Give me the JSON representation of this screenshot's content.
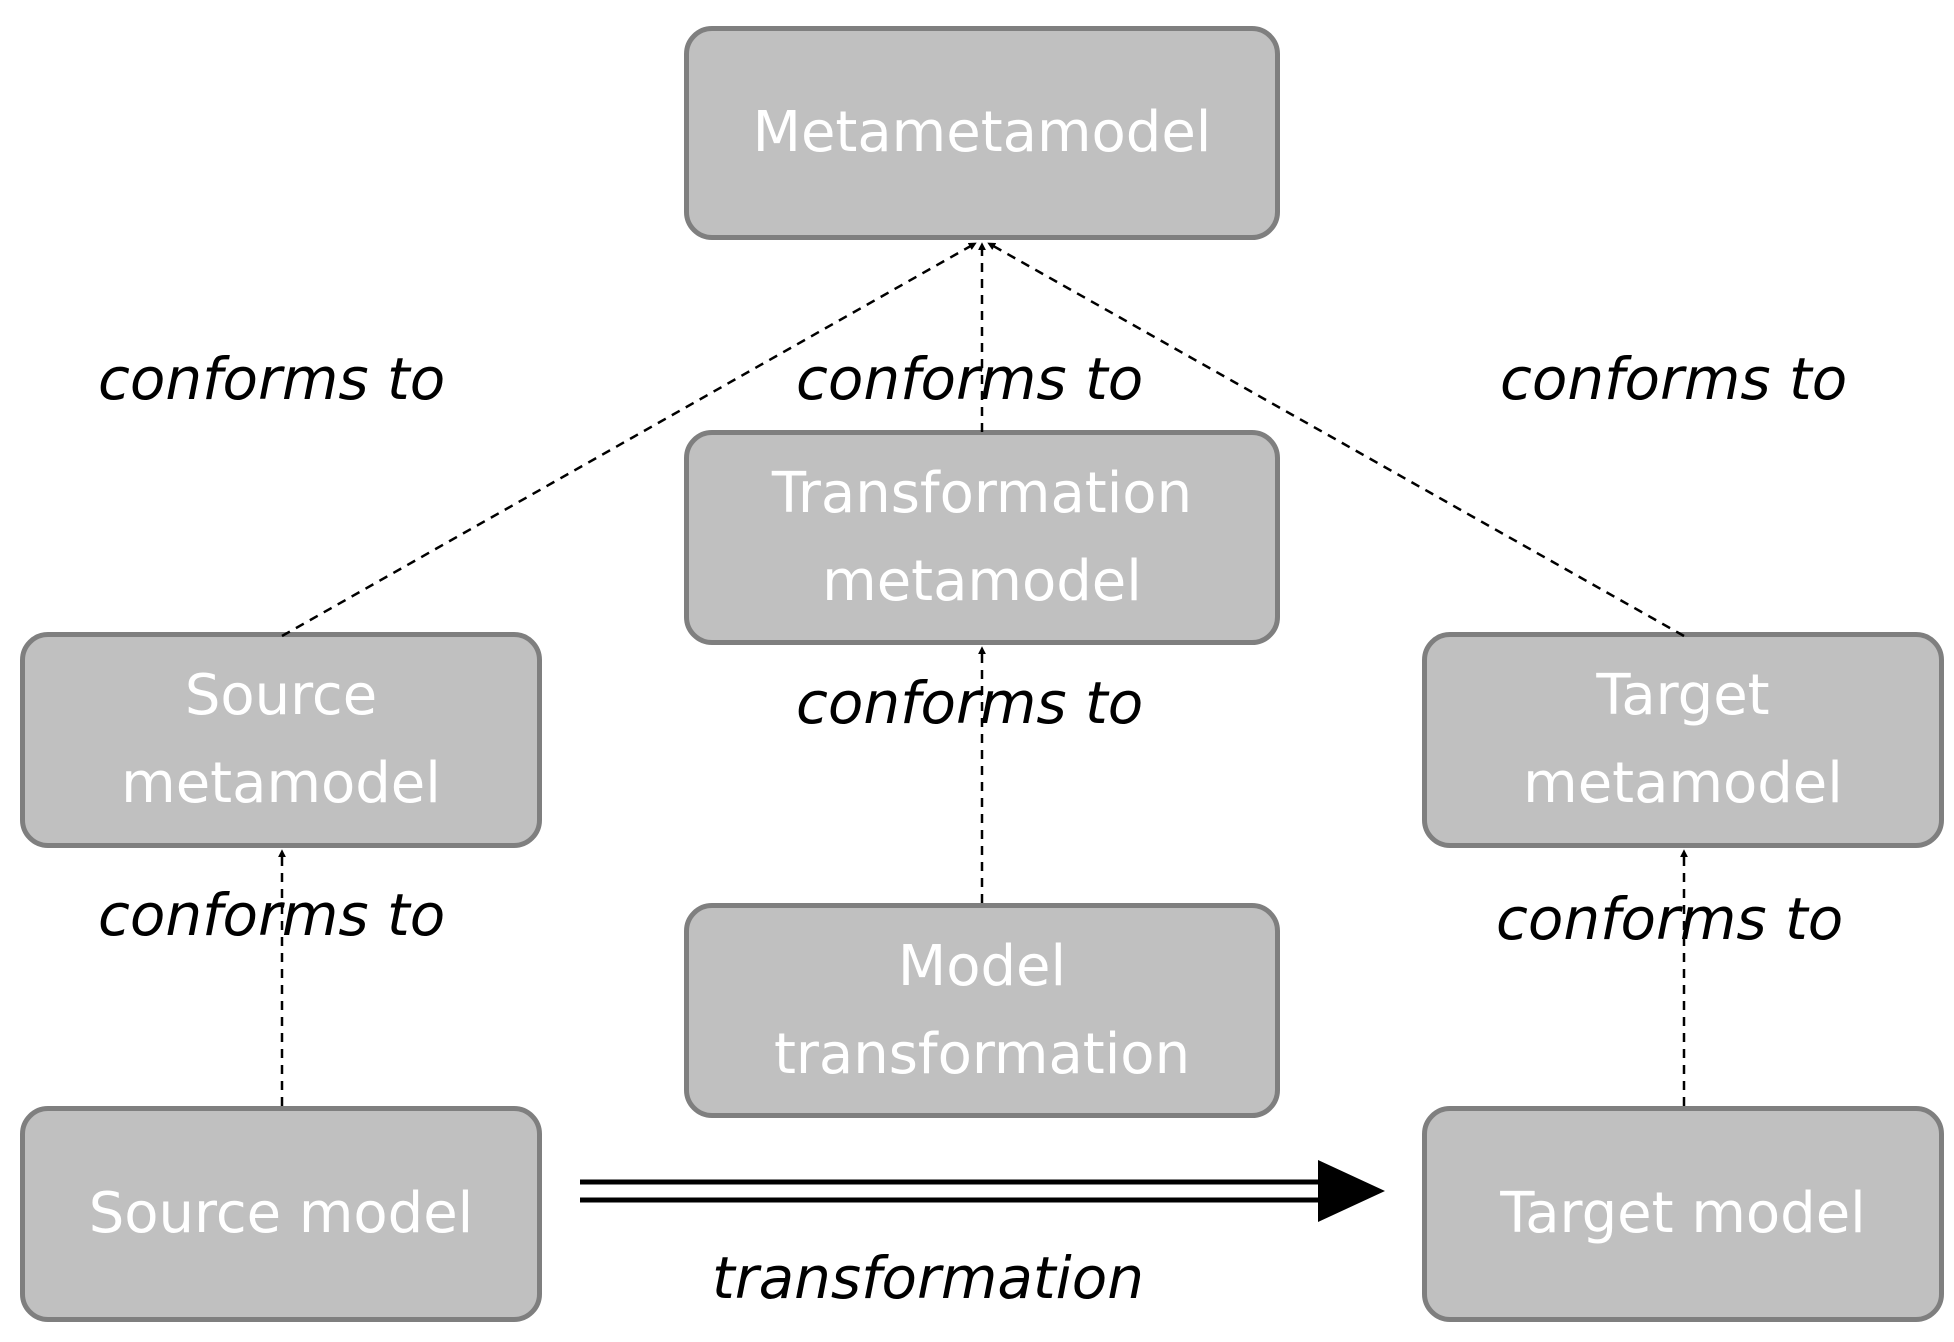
{
  "boxes": {
    "metametamodel": "Metametamodel",
    "transformation_metamodel": "Transformation\nmetamodel",
    "source_metamodel": "Source\nmetamodel",
    "target_metamodel": "Target\nmetamodel",
    "model_transformation": "Model\ntransformation",
    "source_model": "Source model",
    "target_model": "Target model"
  },
  "edge_labels": {
    "source_metamodel_conforms": "conforms to",
    "transformation_metamodel_conforms": "conforms to",
    "target_metamodel_conforms": "conforms to",
    "model_transformation_conforms": "conforms to",
    "source_model_conforms": "conforms to",
    "target_model_conforms": "conforms to",
    "transformation": "transformation"
  },
  "colors": {
    "box_fill": "#c0c0c0",
    "box_border": "#7f7f7f",
    "box_text": "#ffffff",
    "edge": "#000000"
  }
}
